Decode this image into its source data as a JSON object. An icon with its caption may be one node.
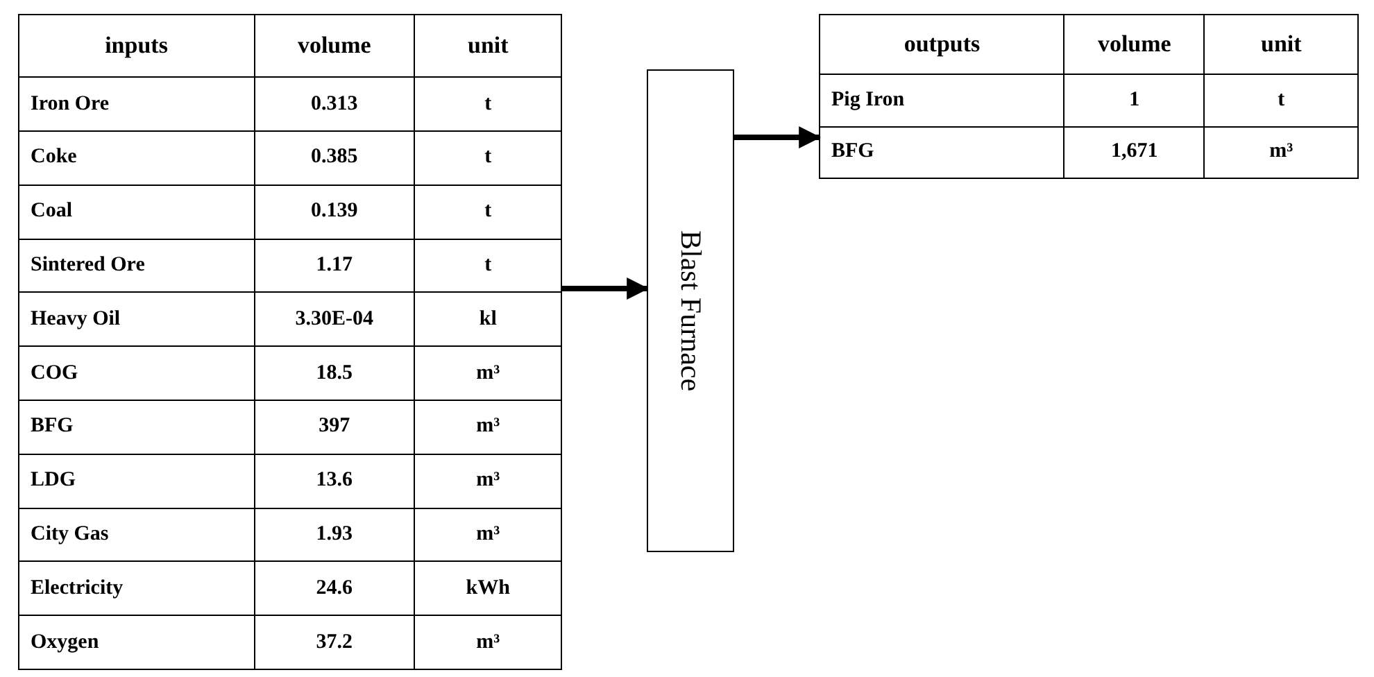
{
  "diagram": {
    "nodes": [
      {
        "text": [],
        "shape": "box"
      },
      {
        "text": [
          "Blast Furnace"
        ]
      },
      {
        "text": [],
        "shape": "box"
      }
    ],
    "edges": [
      {
        "from": 0,
        "to": 1,
        "arrow": "to"
      },
      {
        "from": 1,
        "to": 2,
        "arrow": "to"
      }
    ],
    "labels": [
      "inputs",
      "volume",
      "unit",
      "Iron Ore",
      "0.313",
      "t",
      "Coke",
      "0.385",
      "t",
      "Coal",
      "0.139",
      "t",
      "Sintered Ore",
      "1.17",
      "t",
      "Heavy Oil",
      "3.30E-04",
      "kl",
      "COG",
      "18.5",
      "m³",
      "BFG",
      "397",
      "m³",
      "LDG",
      "13.6",
      "m³",
      "City Gas",
      "1.93",
      "m³",
      "Electricity",
      "24.6",
      "kWh",
      "Oxygen",
      "37.2",
      "m³",
      "outputs",
      "volume",
      "unit",
      "Pig Iron",
      "1",
      "t",
      "BFG",
      "1,671",
      "m³"
    ]
  }
}
